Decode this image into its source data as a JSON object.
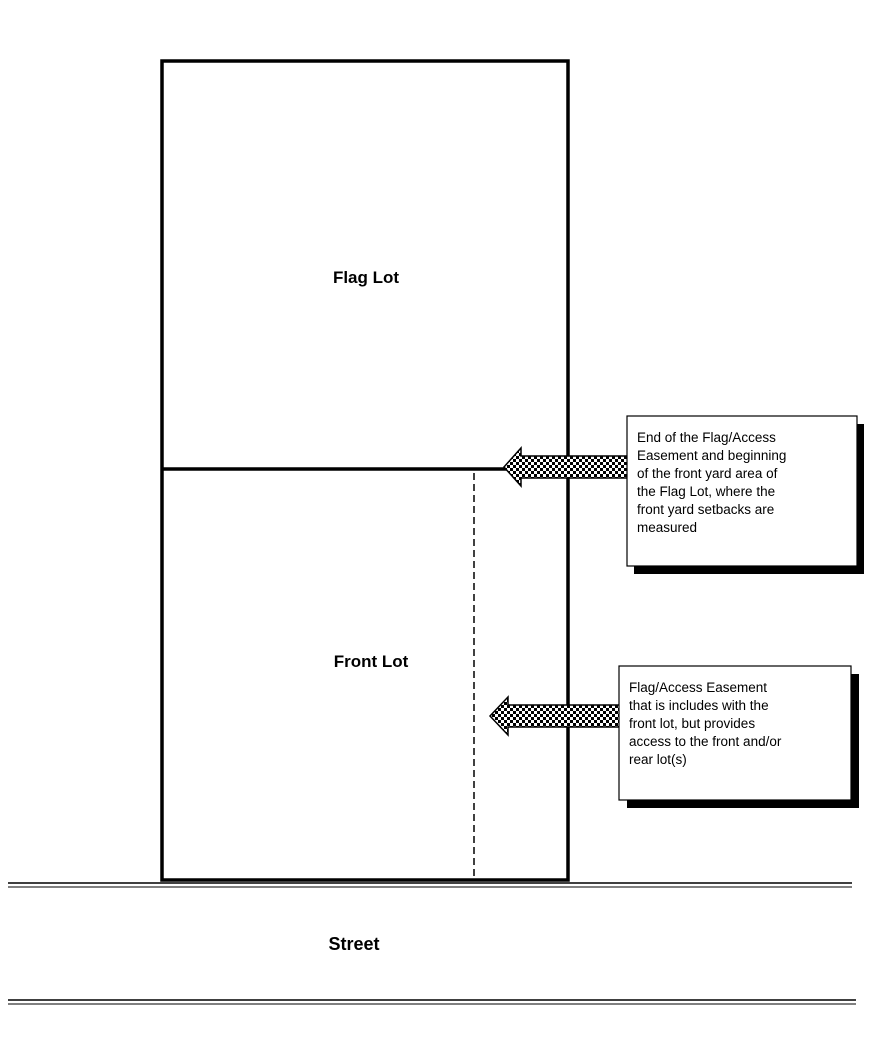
{
  "labels": {
    "flag_lot": "Flag Lot",
    "front_lot": "Front Lot",
    "street": "Street"
  },
  "callouts": {
    "flag_end": {
      "lines": [
        "End of the Flag/Access",
        "Easement and beginning",
        "of the front yard area of",
        "the Flag Lot, where the",
        "front yard setbacks are",
        "measured"
      ]
    },
    "access_easement": {
      "lines": [
        "Flag/Access Easement",
        "that is includes with the",
        "front lot, but provides",
        "access to the front and/or",
        "rear lot(s)"
      ]
    }
  },
  "colors": {
    "line": "#000000",
    "background": "#ffffff",
    "shadow": "#000000"
  }
}
